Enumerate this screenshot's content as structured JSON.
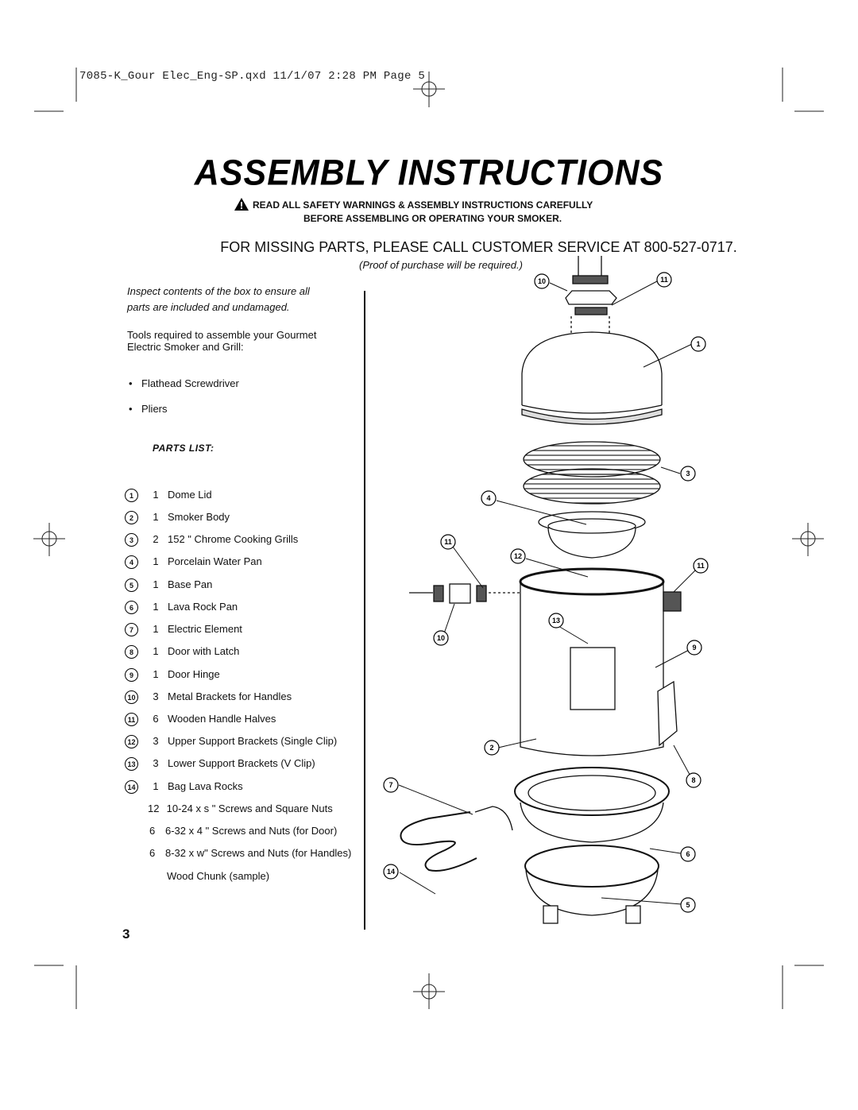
{
  "header": {
    "slug": "7085-K_Gour Elec_Eng-SP.qxd  11/1/07  2:28 PM  Page 5"
  },
  "title": "ASSEMBLY INSTRUCTIONS",
  "warning": {
    "line1": "READ ALL SAFETY WARNINGS & ASSEMBLY INSTRUCTIONS CAREFULLY",
    "line2": "BEFORE ASSEMBLING OR OPERATING YOUR SMOKER."
  },
  "missing_parts": "FOR MISSING PARTS, PLEASE CALL CUSTOMER SERVICE AT 800-527-0717.",
  "proof_note": "(Proof of purchase will be required.)",
  "inspect_note": "Inspect contents of the box to ensure all parts are included and undamaged.",
  "tools": {
    "intro": "Tools required to assemble your Gourmet Electric Smoker and Grill:",
    "items": [
      "Flathead Screwdriver",
      "Pliers"
    ]
  },
  "parts_list": {
    "heading": "PARTS LIST:",
    "items": [
      {
        "num": "1",
        "qty": "1",
        "desc": "Dome Lid"
      },
      {
        "num": "2",
        "qty": "1",
        "desc": "Smoker Body"
      },
      {
        "num": "3",
        "qty": "2",
        "desc": "152 \" Chrome Cooking Grills"
      },
      {
        "num": "4",
        "qty": "1",
        "desc": "Porcelain Water Pan"
      },
      {
        "num": "5",
        "qty": "1",
        "desc": "Base Pan"
      },
      {
        "num": "6",
        "qty": "1",
        "desc": "Lava Rock Pan"
      },
      {
        "num": "7",
        "qty": "1",
        "desc": "Electric Element"
      },
      {
        "num": "8",
        "qty": "1",
        "desc": "Door with Latch"
      },
      {
        "num": "9",
        "qty": "1",
        "desc": "Door Hinge"
      },
      {
        "num": "10",
        "qty": "3",
        "desc": "Metal Brackets for Handles"
      },
      {
        "num": "11",
        "qty": "6",
        "desc": "Wooden Handle Halves"
      },
      {
        "num": "12",
        "qty": "3",
        "desc": "Upper Support Brackets (Single Clip)"
      },
      {
        "num": "13",
        "qty": "3",
        "desc": "Lower Support Brackets (V Clip)"
      },
      {
        "num": "14",
        "qty": "1",
        "desc": "Bag Lava Rocks"
      }
    ],
    "hardware": [
      {
        "qty": "12",
        "desc": "10-24 x s \" Screws and Square Nuts"
      },
      {
        "qty": "6",
        "desc": "6-32 x 4 \" Screws and Nuts (for Door)"
      },
      {
        "qty": "6",
        "desc": "8-32 x w\" Screws and Nuts (for Handles)"
      },
      {
        "qty": "",
        "desc": "Wood Chunk (sample)"
      }
    ]
  },
  "diagram_callouts": [
    "10",
    "11",
    "1",
    "3",
    "4",
    "11",
    "12",
    "11",
    "13",
    "10",
    "9",
    "2",
    "7",
    "8",
    "6",
    "14",
    "5"
  ],
  "page_number": "3"
}
